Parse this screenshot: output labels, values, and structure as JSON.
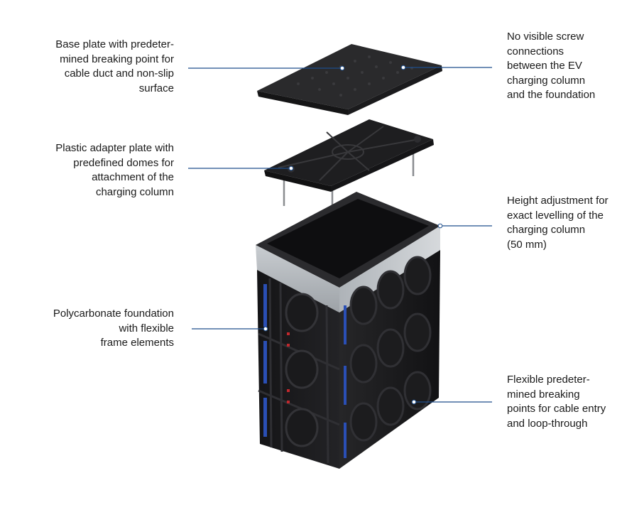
{
  "callouts": [
    {
      "id": "base-plate",
      "side": "left",
      "text": "Base plate with predeter-\nmined breaking point for\ncable duct and non-slip\nsurface"
    },
    {
      "id": "adapter-plate",
      "side": "left",
      "text": "Plastic adapter plate with\npredefined domes for\nattachment of the\ncharging column"
    },
    {
      "id": "foundation",
      "side": "left",
      "text": "Polycarbonate foundation\nwith flexible\nframe elements"
    },
    {
      "id": "no-screws",
      "side": "right",
      "text": "No visible screw\nconnections\nbetween the EV\ncharging column\nand the foundation"
    },
    {
      "id": "height-adjustment",
      "side": "right",
      "text": "Height adjustment for\nexact levelling of the\ncharging column\n(50 mm)"
    },
    {
      "id": "breaking-points",
      "side": "right",
      "text": "Flexible predeter-\nmined breaking\npoints for cable entry\nand loop-through"
    }
  ],
  "colors": {
    "leader_line": "#1f4e8c",
    "product_black": "#1c1c1e",
    "frame_steel": "#b9bdc1",
    "accent_blue": "#2a4fb5",
    "accent_red": "#c0282d"
  }
}
